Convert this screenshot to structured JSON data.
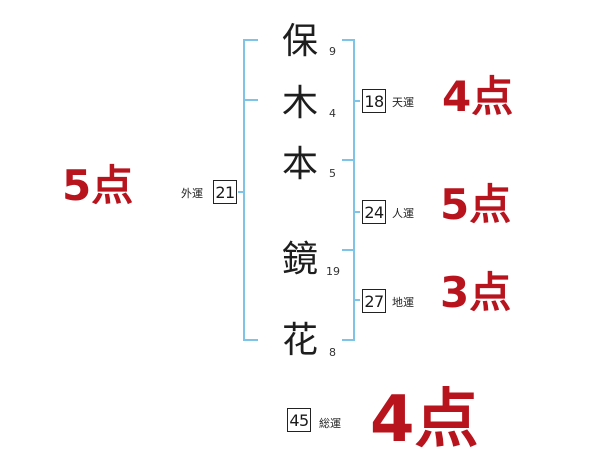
{
  "name": {
    "characters": [
      {
        "char": "保",
        "strokes": "9"
      },
      {
        "char": "木",
        "strokes": "4"
      },
      {
        "char": "本",
        "strokes": "5"
      },
      {
        "char": "鏡",
        "strokes": "19"
      },
      {
        "char": "花",
        "strokes": "8"
      }
    ]
  },
  "fortunes": {
    "outer": {
      "label": "外運",
      "value": "21",
      "score": "5点"
    },
    "heaven": {
      "label": "天運",
      "value": "18",
      "score": "4点"
    },
    "person": {
      "label": "人運",
      "value": "24",
      "score": "5点"
    },
    "earth": {
      "label": "地運",
      "value": "27",
      "score": "3点"
    },
    "total": {
      "label": "総運",
      "value": "45",
      "score": "4点"
    }
  },
  "colors": {
    "bracket": "#7ec4e6",
    "score": "#b8141e"
  }
}
